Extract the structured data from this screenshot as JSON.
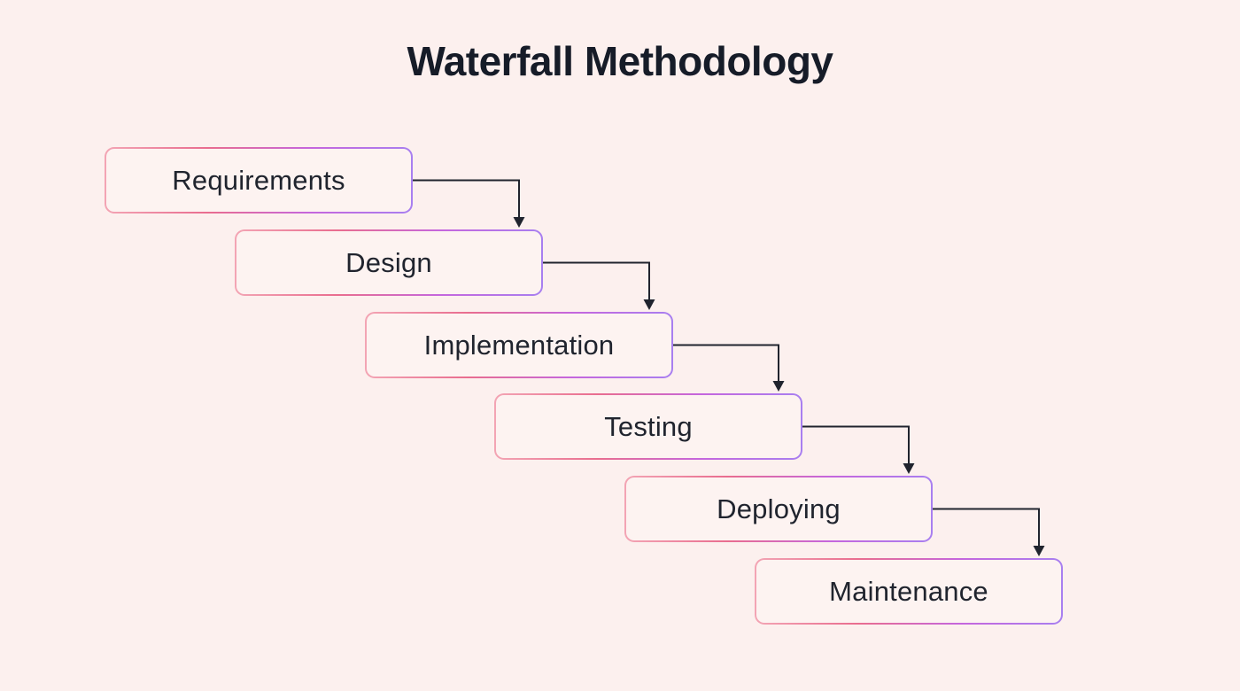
{
  "title": "Waterfall Methodology",
  "stages": [
    {
      "label": "Requirements"
    },
    {
      "label": "Design"
    },
    {
      "label": "Implementation"
    },
    {
      "label": "Testing"
    },
    {
      "label": "Deploying"
    },
    {
      "label": "Maintenance"
    }
  ],
  "connections": [
    {
      "from": "Requirements",
      "to": "Design"
    },
    {
      "from": "Design",
      "to": "Implementation"
    },
    {
      "from": "Implementation",
      "to": "Testing"
    },
    {
      "from": "Testing",
      "to": "Deploying"
    },
    {
      "from": "Deploying",
      "to": "Maintenance"
    }
  ],
  "colors": {
    "background": "#fcf0ee",
    "box_fill": "#fdf3f1",
    "border_gradient": [
      "#f3a5b4",
      "#e96d8f",
      "#c566dd",
      "#a87ff0"
    ],
    "arrow": "#20242e",
    "title_text": "#161c28",
    "label_text": "#20242e"
  }
}
